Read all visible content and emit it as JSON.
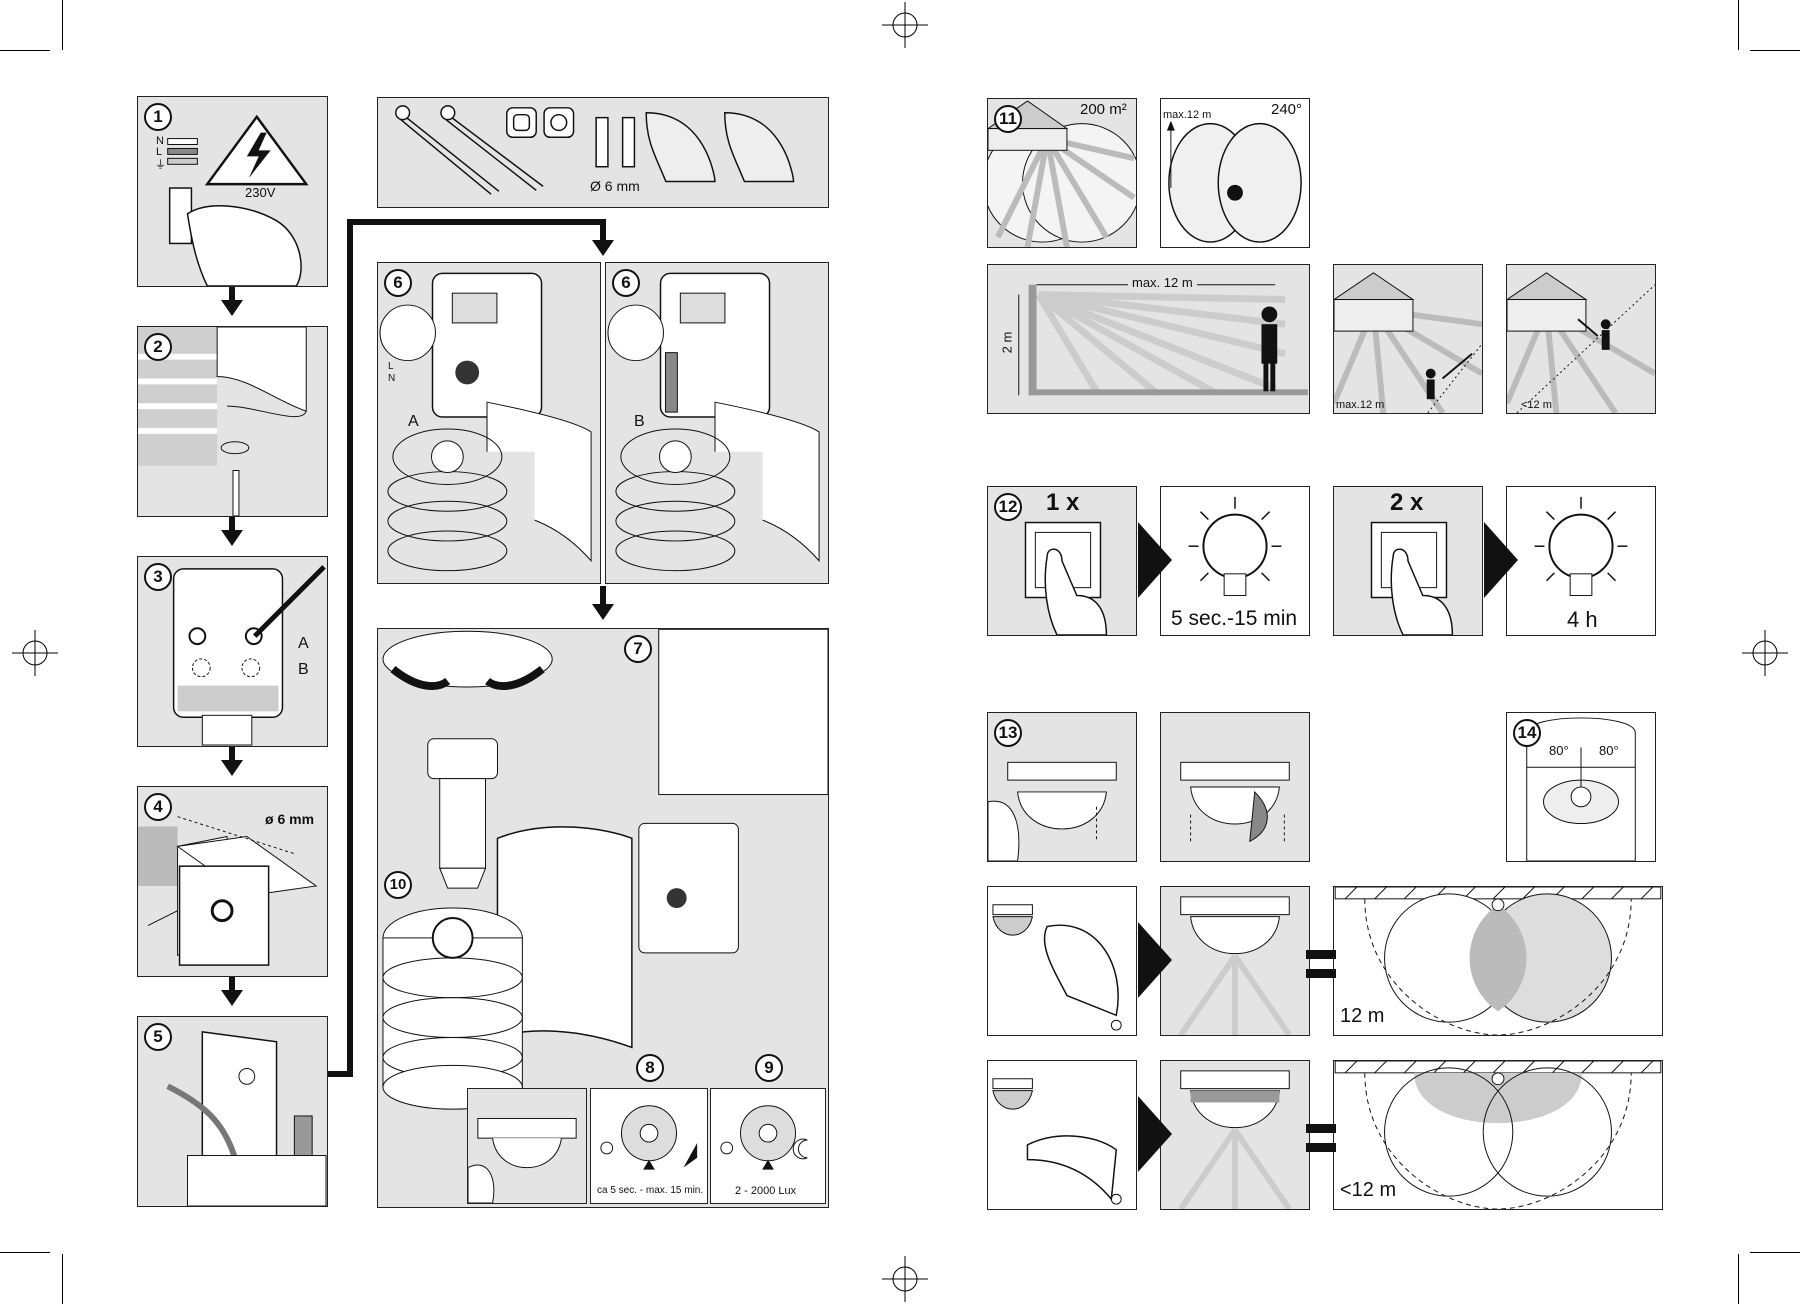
{
  "steps": {
    "s1": {
      "num": "1",
      "voltage": "230V",
      "n": "N",
      "l": "L",
      "pe": "⏚"
    },
    "s2": {
      "num": "2"
    },
    "s3": {
      "num": "3",
      "a": "A",
      "b": "B"
    },
    "s4": {
      "num": "4",
      "drill": "ø 6 mm"
    },
    "s5": {
      "num": "5"
    },
    "parts": {
      "drill": "Ø 6 mm"
    },
    "s6a": {
      "num": "6",
      "label": "A",
      "l": "L",
      "n": "N"
    },
    "s6b": {
      "num": "6",
      "label": "B"
    },
    "s7": {
      "num": "7"
    },
    "s10": {
      "num": "10"
    },
    "s8": {
      "num": "8",
      "caption": "ca 5 sec. - max. 15 min."
    },
    "s9": {
      "num": "9",
      "caption": "2 - 2000 Lux"
    },
    "s11": {
      "num": "11",
      "area": "200 m²",
      "range": "max.12 m",
      "angle": "240°",
      "maxlen": "max. 12 m",
      "height": "2 m",
      "walk1": "max.12 m",
      "walk2": "<12 m"
    },
    "s12": {
      "num": "12",
      "press1": "1 x",
      "time1": "5 sec.-15 min",
      "press2": "2 x",
      "time2": "4 h"
    },
    "s13": {
      "num": "13",
      "dist1": "12 m",
      "dist2": "<12 m"
    },
    "s14": {
      "num": "14",
      "angle_left": "80°",
      "angle_right": "80°"
    }
  }
}
